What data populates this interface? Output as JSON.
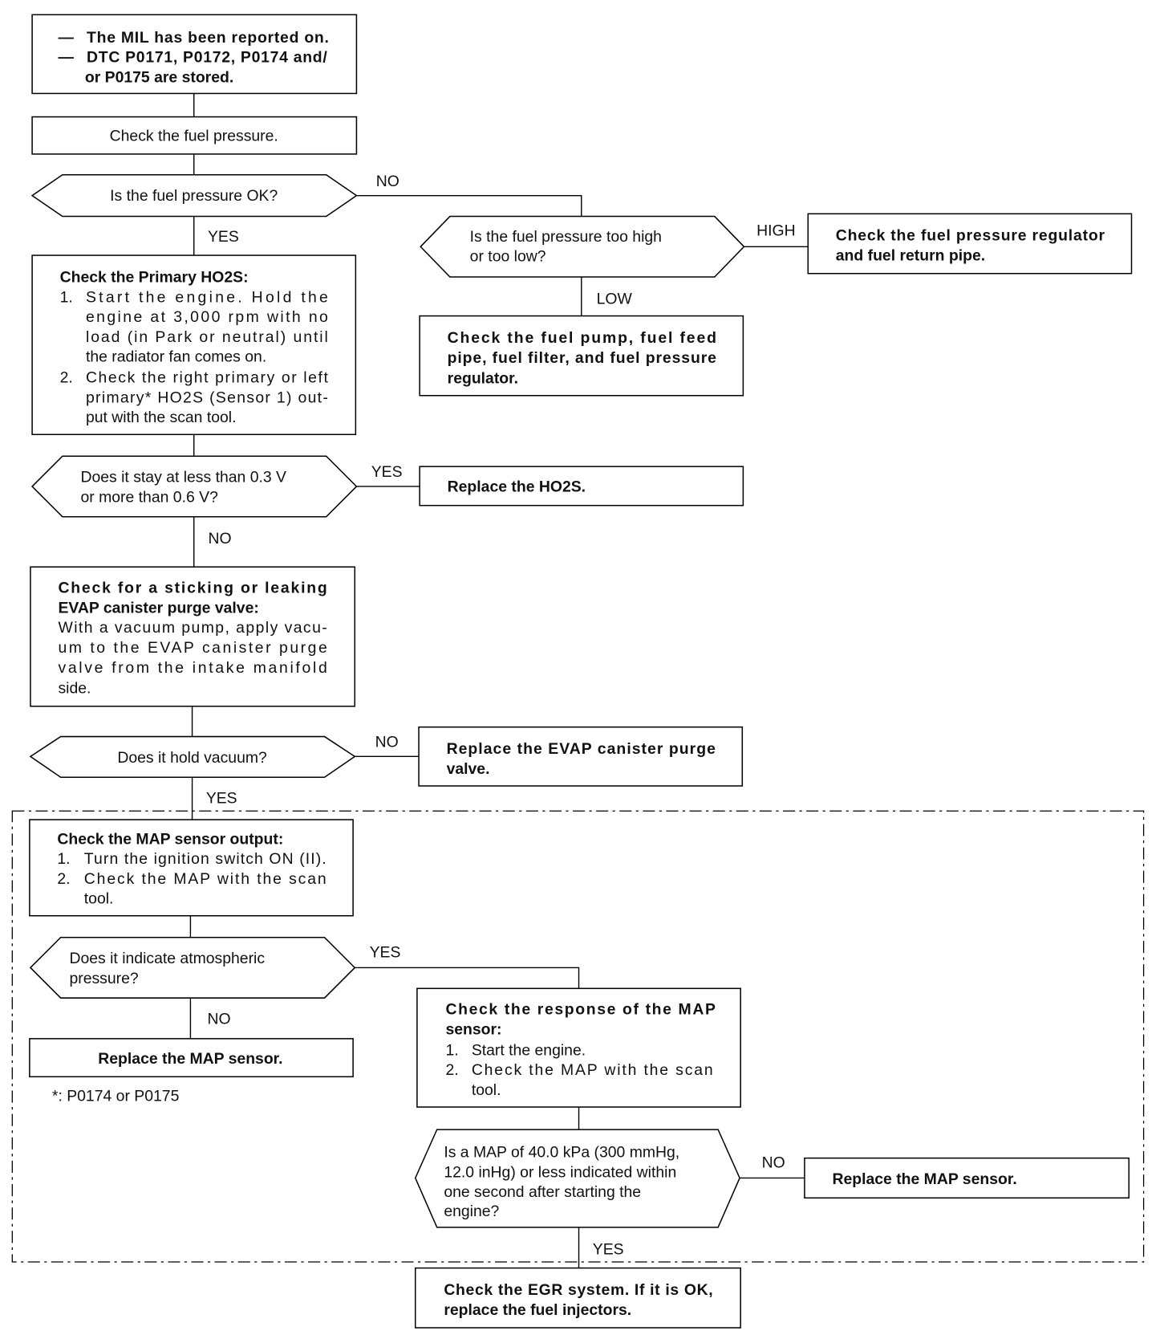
{
  "flowchart": {
    "start": {
      "items": [
        {
          "bullet": "—",
          "lines": [
            "The MIL has been reported on."
          ]
        },
        {
          "bullet": "—",
          "lines": [
            "DTC P0171, P0172, P0174 and/",
            "or P0175 are stored."
          ]
        }
      ]
    },
    "check_fuel_pressure": "Check the fuel pressure.",
    "fuel_pressure_ok_question": "Is the fuel pressure OK?",
    "fuel_pressure_high_low_question": [
      "Is the fuel pressure too high",
      "or too low?"
    ],
    "high_action": [
      "Check the fuel pressure regulator",
      "and fuel return pipe."
    ],
    "low_action": [
      "Check the fuel pump, fuel feed",
      "pipe, fuel filter, and fuel pressure",
      "regulator."
    ],
    "check_primary_ho2s": {
      "heading": "Check the Primary HO2S:",
      "steps": [
        {
          "num": "1.",
          "lines": [
            "Start the engine. Hold the",
            "engine at 3,000 rpm with no",
            "load (in Park or neutral) until",
            "the radiator fan comes on."
          ]
        },
        {
          "num": "2.",
          "lines": [
            "Check the right primary or left",
            "primary* HO2S (Sensor 1) out-",
            "put with the scan tool."
          ]
        }
      ]
    },
    "ho2s_voltage_question": [
      "Does it stay at less than 0.3 V",
      "or more than 0.6 V?"
    ],
    "replace_ho2s": "Replace the HO2S.",
    "check_evap_purge_valve": {
      "heading": [
        "Check for a sticking or leaking",
        "EVAP canister purge valve:"
      ],
      "body": [
        "With a vacuum pump, apply vacu-",
        "um to the EVAP canister purge",
        "valve from the intake manifold",
        "side."
      ]
    },
    "hold_vacuum_question": "Does it hold vacuum?",
    "replace_evap_purge_valve": [
      "Replace the EVAP canister purge",
      "valve."
    ],
    "check_map_output": {
      "heading": "Check the MAP sensor output:",
      "steps": [
        {
          "num": "1.",
          "lines": [
            "Turn the ignition switch ON (II)."
          ]
        },
        {
          "num": "2.",
          "lines": [
            "Check the MAP with the scan",
            "tool."
          ]
        }
      ]
    },
    "atmospheric_question": [
      "Does it indicate atmospheric",
      "pressure?"
    ],
    "replace_map_sensor_1": "Replace the MAP sensor.",
    "check_map_response": {
      "heading": [
        "Check the response of the MAP",
        "sensor:"
      ],
      "steps": [
        {
          "num": "1.",
          "lines": [
            "Start the engine."
          ]
        },
        {
          "num": "2.",
          "lines": [
            "Check the MAP with the scan",
            "tool."
          ]
        }
      ]
    },
    "map_value_question": [
      "Is a MAP of 40.0 kPa (300 mmHg,",
      "12.0 inHg) or less indicated within",
      "one second after starting the",
      "engine?"
    ],
    "replace_map_sensor_2": "Replace the MAP sensor.",
    "check_egr": [
      "Check the EGR system. If it is OK,",
      "replace the fuel injectors."
    ]
  },
  "edge_labels": {
    "fuel_pressure_ok_no": "NO",
    "fuel_pressure_ok_yes": "YES",
    "high": "HIGH",
    "low": "LOW",
    "ho2s_yes": "YES",
    "ho2s_no": "NO",
    "vacuum_no": "NO",
    "vacuum_yes": "YES",
    "atmospheric_yes": "YES",
    "atmospheric_no": "NO",
    "map_value_no": "NO",
    "map_value_yes": "YES"
  },
  "footnote": "*: P0174 or P0175"
}
